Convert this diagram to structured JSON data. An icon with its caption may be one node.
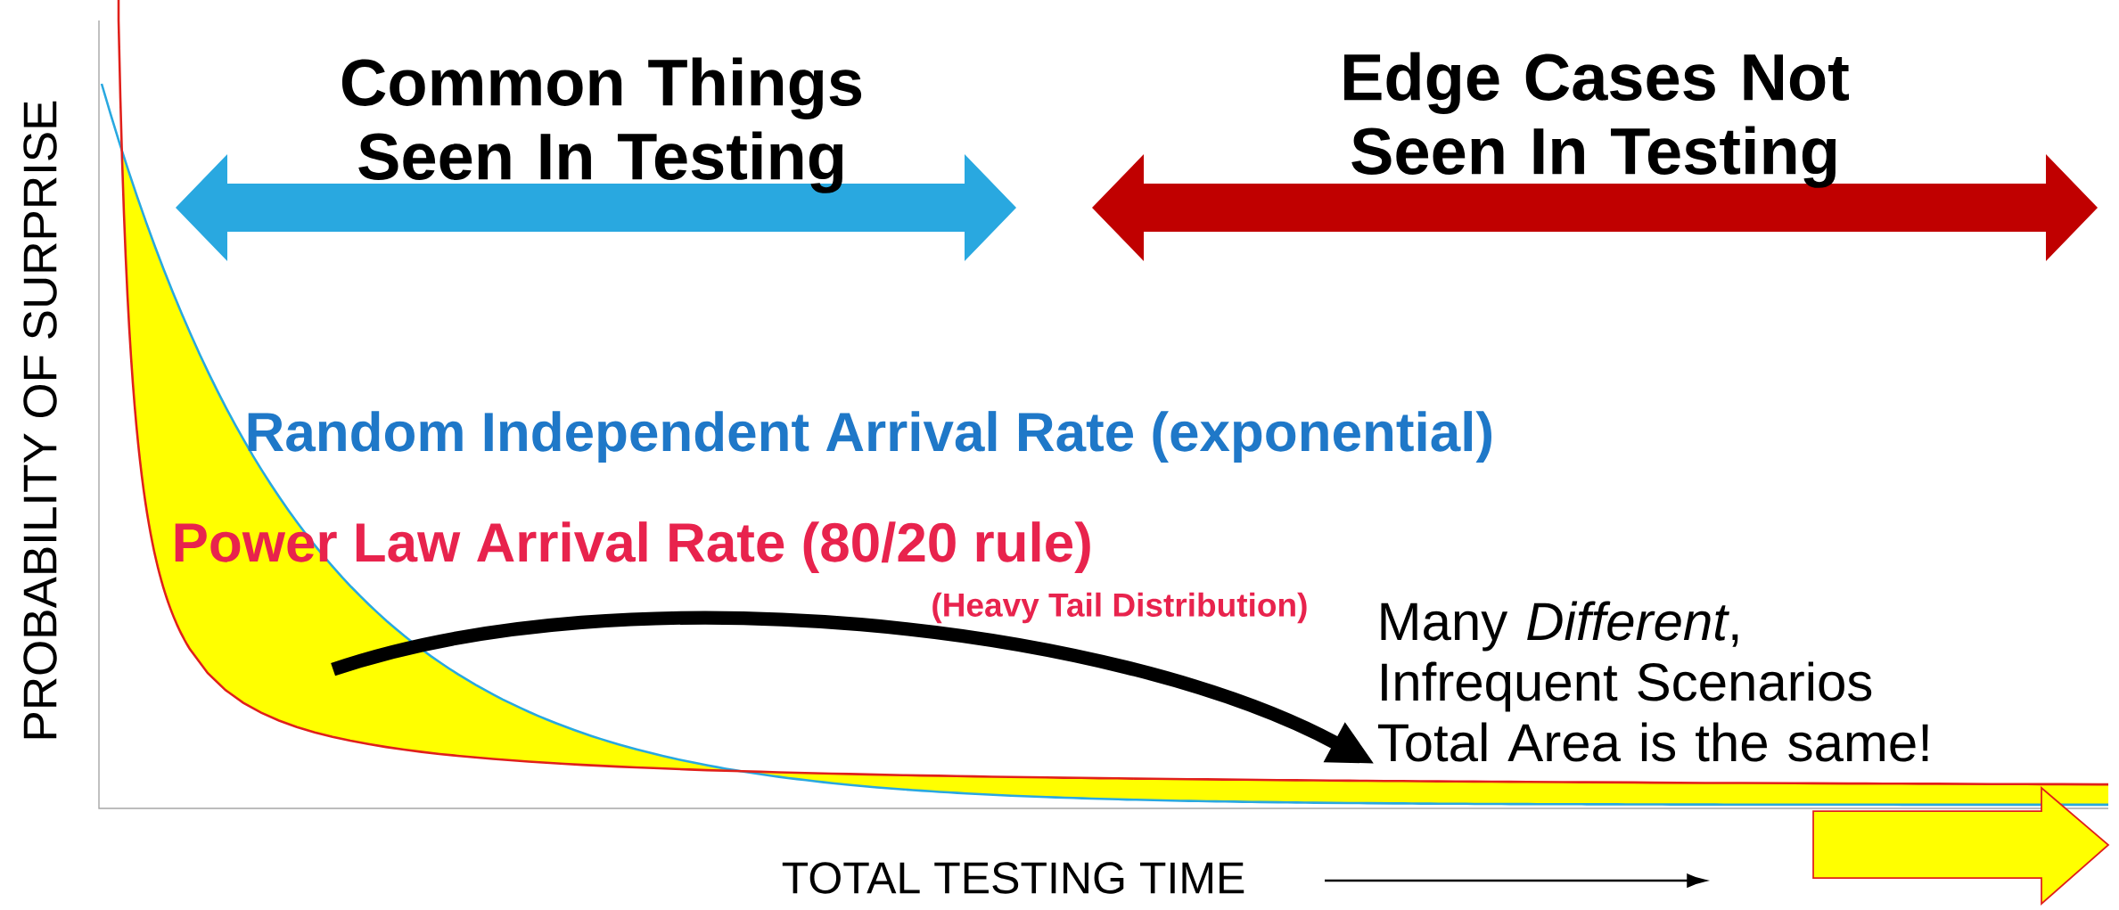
{
  "diagram": {
    "nodes": [
      {
        "text": [],
        "shape": "area"
      },
      {
        "text": [
          "Many *Different*, Infrequent Scenarios",
          "Total Area is the same!"
        ]
      }
    ],
    "edges": [
      {
        "from": 0,
        "to": 1,
        "arrow": "to"
      }
    ],
    "labels": [
      "Common Things Seen In Testing",
      "Edge Cases Not Seen In Testing",
      "PROBABILITY OF SURPRISE",
      "Random Independent Arrival Rate (exponential)",
      "Power Law Arrival Rate (80/20 rule)",
      "(Heavy Tail Distribution)",
      "TOTAL TESTING TIME"
    ]
  }
}
